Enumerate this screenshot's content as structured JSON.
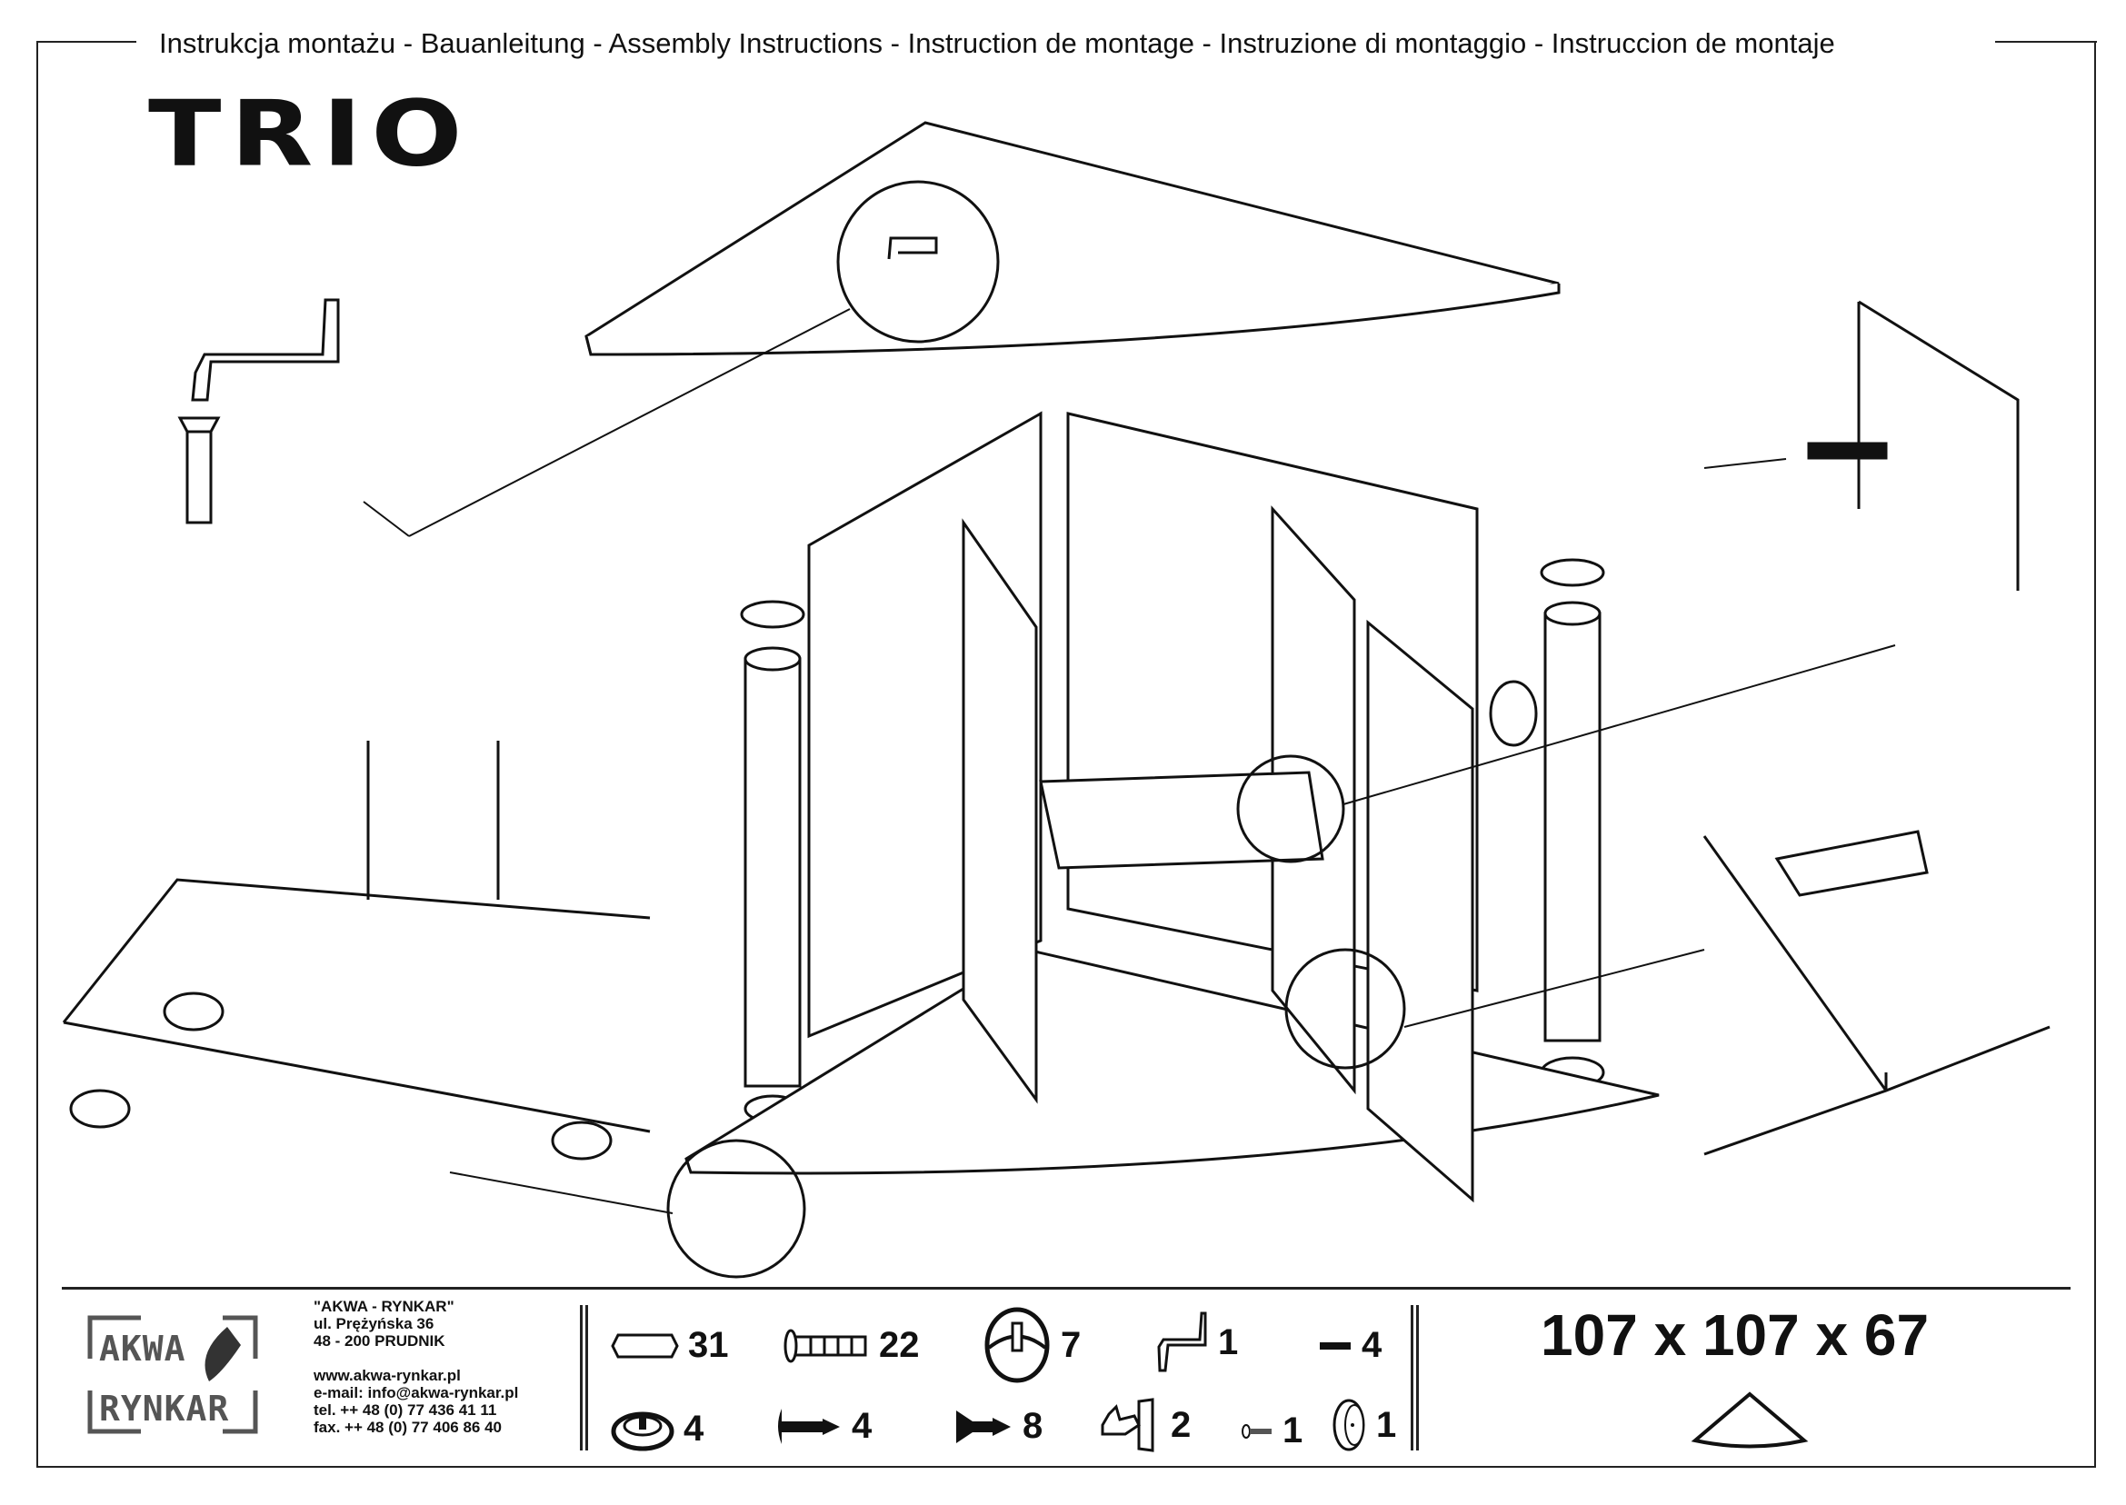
{
  "header": {
    "title": "Instrukcja montażu - Bauanleitung - Assembly Instructions - Instruction de montage -  Instruzione di montaggio - Instruccion de montaje"
  },
  "product": {
    "name": "TRIO",
    "dimensions": "107 x 107 x 67"
  },
  "company": {
    "logo_line1": "AKWA",
    "logo_line2": "RYNKAR",
    "name": "\"AKWA - RYNKAR\"",
    "street": "ul. Prężyńska 36",
    "city": "48 - 200 PRUDNIK",
    "www": "www.akwa-rynkar.pl",
    "email": "e-mail: info@akwa-rynkar.pl",
    "tel": "tel. ++ 48 (0) 77 436 41 11",
    "fax": "fax. ++ 48 (0) 77 406 86 40"
  },
  "parts": [
    {
      "icon": "dowel-icon",
      "qty": "31"
    },
    {
      "icon": "confirmat-screw-icon",
      "qty": "22"
    },
    {
      "icon": "cam-lock-icon",
      "qty": "7"
    },
    {
      "icon": "allen-key-icon",
      "qty": "1"
    },
    {
      "icon": "pin-icon",
      "qty": "4"
    },
    {
      "icon": "leveling-foot-icon",
      "qty": "4"
    },
    {
      "icon": "round-head-screw-icon",
      "qty": "4"
    },
    {
      "icon": "countersunk-screw-icon",
      "qty": "8"
    },
    {
      "icon": "hinge-icon",
      "qty": "2"
    },
    {
      "icon": "small-screw-icon",
      "qty": "1"
    },
    {
      "icon": "knob-icon",
      "qty": "1"
    }
  ]
}
